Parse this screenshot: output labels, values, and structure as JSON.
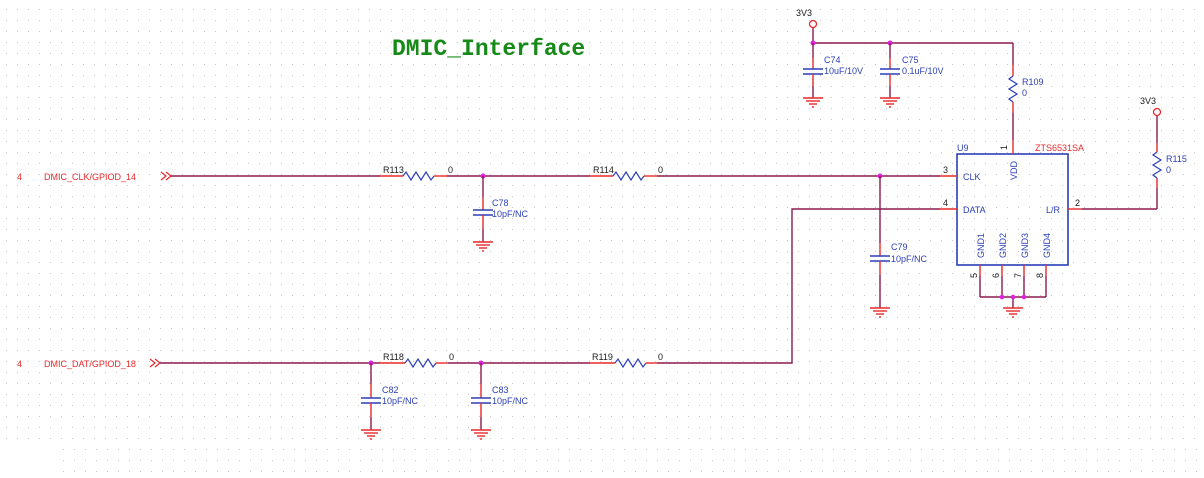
{
  "title": "DMIC_Interface",
  "colors": {
    "title": "#168a16",
    "wire": "#8b1a4f",
    "pin": "#e8282a",
    "component": "#2b3fb8",
    "junction": "#e020e0",
    "port": "#e8282a",
    "grid": "#c8c8c8"
  },
  "power": {
    "top": "3V3",
    "right": "3V3"
  },
  "ports": [
    {
      "sheet": "4",
      "name": "DMIC_CLK/GPIOD_14"
    },
    {
      "sheet": "4",
      "name": "DMIC_DAT/GPIOD_18"
    }
  ],
  "resistors": {
    "r113": {
      "ref": "R113",
      "value": "0"
    },
    "r114": {
      "ref": "R114",
      "value": "0"
    },
    "r118": {
      "ref": "R118",
      "value": "0"
    },
    "r119": {
      "ref": "R119",
      "value": "0"
    },
    "r109": {
      "ref": "R109",
      "value": "0"
    },
    "r115": {
      "ref": "R115",
      "value": "0"
    }
  },
  "capacitors": {
    "c74": {
      "ref": "C74",
      "value": "10uF/10V"
    },
    "c75": {
      "ref": "C75",
      "value": "0.1uF/10V"
    },
    "c78": {
      "ref": "C78",
      "value": "10pF/NC"
    },
    "c79": {
      "ref": "C79",
      "value": "10pF/NC"
    },
    "c82": {
      "ref": "C82",
      "value": "10pF/NC"
    },
    "c83": {
      "ref": "C83",
      "value": "10pF/NC"
    }
  },
  "ic": {
    "ref": "U9",
    "part": "ZTS6531SA",
    "pins": {
      "vdd": {
        "num": "1",
        "name": "VDD"
      },
      "lr": {
        "num": "2",
        "name": "L/R"
      },
      "clk": {
        "num": "3",
        "name": "CLK"
      },
      "data": {
        "num": "4",
        "name": "DATA"
      },
      "gnd1": {
        "num": "5",
        "name": "GND1"
      },
      "gnd2": {
        "num": "6",
        "name": "GND2"
      },
      "gnd3": {
        "num": "7",
        "name": "GND3"
      },
      "gnd4": {
        "num": "8",
        "name": "GND4"
      }
    }
  }
}
